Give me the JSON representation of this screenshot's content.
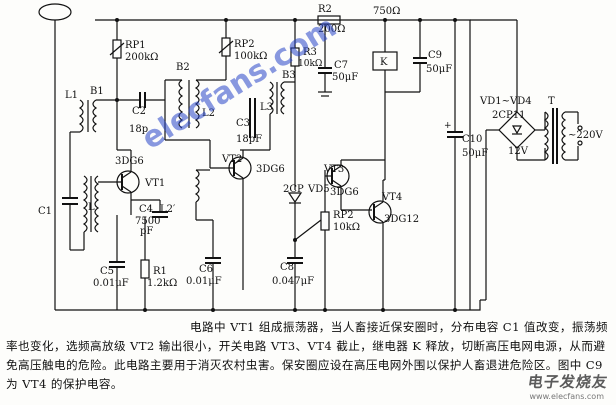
{
  "labels": {
    "rp1": "RP1",
    "rp1_val": "200kΩ",
    "rp2": "RP2",
    "rp2_val": "100kΩ",
    "r2": "R2",
    "r2_val": "200Ω",
    "r3": "R3",
    "r3_val": "10kΩ",
    "r_750": "750Ω",
    "c7": "C7",
    "c7_val": "50μF",
    "c9": "C9",
    "c9_val": "50μF",
    "k": "K",
    "b1": "B1",
    "l1": "L1",
    "b2": "B2",
    "l2": "L2",
    "l2p": "L2′",
    "b3": "B3",
    "l3": "L3",
    "c2": "C2",
    "c2_val": "18p",
    "c3": "C3",
    "c3_val": "18pF",
    "c1": "C1",
    "l_osc": "L",
    "vt1": "VT1",
    "vt1_type": "3DG6",
    "vt2": "VT2",
    "vt2_type": "3DG6",
    "vt3": "VT3",
    "vt3_type": "3DG6",
    "vt4": "VT4",
    "vt4_type": "3DG12",
    "c4": "C4",
    "c4_val_a": "7500",
    "c4_val_b": "pF",
    "c5": "C5",
    "c5_val": "0.01μF",
    "r1": "R1",
    "r1_val": "1.2kΩ",
    "c6": "C6",
    "c6_val": "0.01μF",
    "vd5_a": "2CP",
    "vd5_b": "VD5",
    "rp2b": "RP2",
    "rp2b_val": "10kΩ",
    "c8": "C8",
    "c8_val": "0.047μF",
    "c10": "C10",
    "c10_val": "50μF",
    "vd_bridge_a": "VD1~VD4",
    "vd_bridge_b": "2CP11",
    "t": "T",
    "ac": "~220V",
    "dc": "12V"
  },
  "caption": "电路中 VT1 组成振荡器，当人畜接近保安圈时，分布电容 C1 值改变，振荡频率也变化，选频高放级 VT2 输出很小，开关电路 VT3、VT4 截止，继电器 K 释放，切断高压电网电源，从而避免高压触电的危险。此电路主要用于消灭农村虫害。保安圈应设在高压电网外围以保护人畜退进危险区。图中 C9 为 VT4 的保护电容。",
  "watermark": "elecfans.com",
  "logo": {
    "cn": "电子发烧友",
    "en": "www.elecfans.com"
  }
}
